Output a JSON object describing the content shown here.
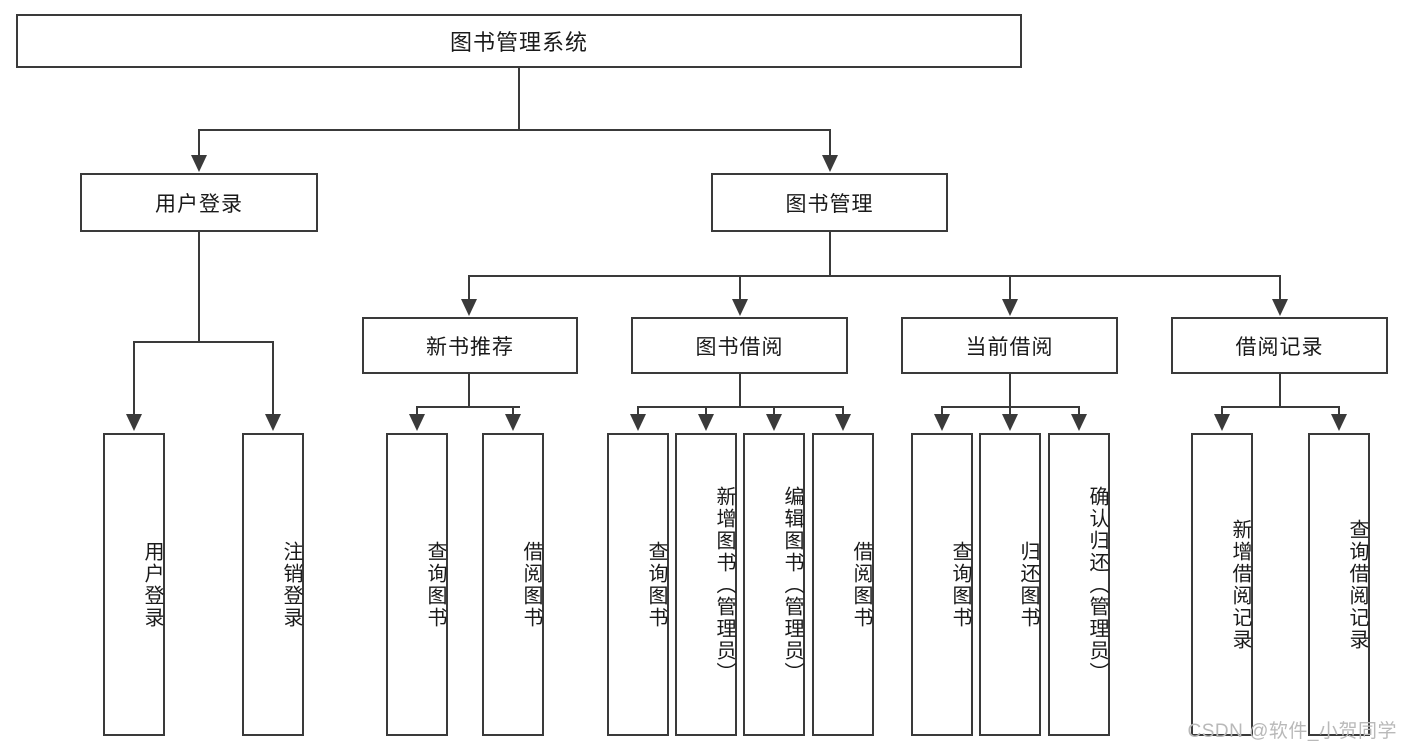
{
  "diagram": {
    "type": "tree-hierarchy-diagram",
    "title": "图书管理系统",
    "colors": {
      "stroke": "#3a3a3a",
      "fill": "#ffffff",
      "text": "#1a1a1a",
      "watermark": "#b9b9b9"
    },
    "root": {
      "label": "图书管理系统"
    },
    "level2": [
      {
        "label": "用户登录"
      },
      {
        "label": "图书管理"
      }
    ],
    "level3": [
      {
        "label": "新书推荐"
      },
      {
        "label": "图书借阅"
      },
      {
        "label": "当前借阅"
      },
      {
        "label": "借阅记录"
      }
    ],
    "leaves": {
      "user_login": [
        {
          "label": "用户登录"
        },
        {
          "label": "注销登录"
        }
      ],
      "new_book_recommend": [
        {
          "label": "查询图书"
        },
        {
          "label": "借阅图书"
        }
      ],
      "book_borrow": [
        {
          "label": "查询图书"
        },
        {
          "label": "新增图书（管理员）"
        },
        {
          "label": "编辑图书（管理员）"
        },
        {
          "label": "借阅图书"
        }
      ],
      "current_borrow": [
        {
          "label": "查询图书"
        },
        {
          "label": "归还图书"
        },
        {
          "label": "确认归还（管理员）"
        }
      ],
      "borrow_record": [
        {
          "label": "新增借阅记录"
        },
        {
          "label": "查询借阅记录"
        }
      ]
    }
  },
  "watermark": {
    "text": "CSDN @软件_小贺同学"
  }
}
